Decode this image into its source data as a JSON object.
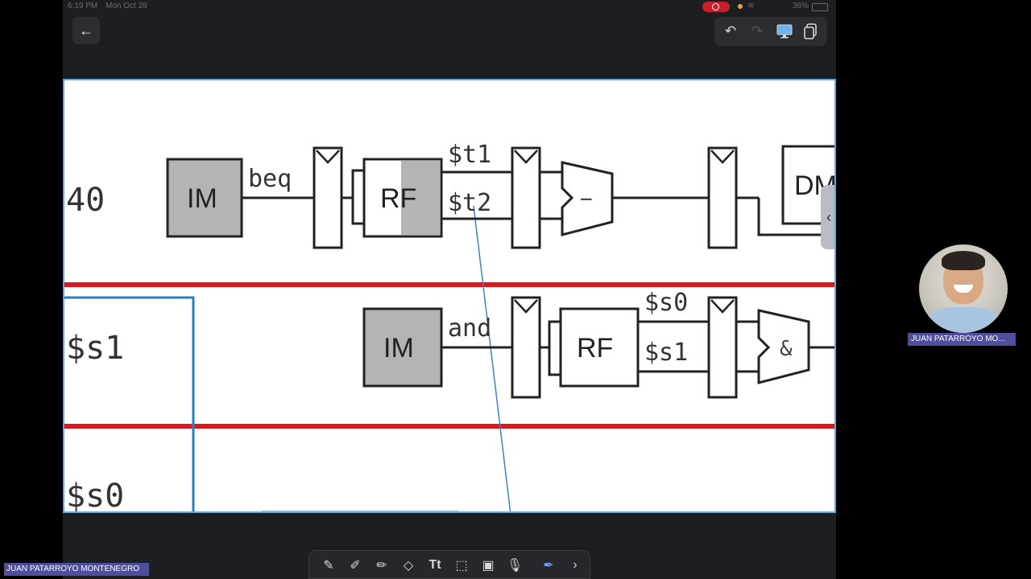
{
  "status_bar": {
    "time": "6:19 PM",
    "date": "Mon Oct 28",
    "battery": "36%"
  },
  "toolbar_top": {
    "back_icon": "arrow-left-icon",
    "undo_icon": "undo-icon",
    "redo_icon": "redo-icon",
    "present_icon": "monitor-icon",
    "pages_icon": "copy-pages-icon"
  },
  "diagram": {
    "row1": {
      "cycle_label": "40",
      "im": "IM",
      "instr": "beq",
      "rf": "RF",
      "reg_a": "$t1",
      "reg_b": "$t2",
      "alu_op": "−",
      "dm": "DM"
    },
    "row2": {
      "reg_label": "$s1",
      "im": "IM",
      "instr": "and",
      "rf": "RF",
      "reg_a": "$s0",
      "reg_b": "$s1",
      "alu_op": "&"
    },
    "row3": {
      "reg_label": "$s0"
    },
    "colors": {
      "stage_line": "#e0161f",
      "box_fill_gray": "#b4b4b4",
      "annotation_blue": "#2a7fc1"
    }
  },
  "side_panel_icon": "chevron-left-icon",
  "bottom_toolbar": [
    "pen-icon",
    "marker-icon",
    "highlighter-icon",
    "eraser-icon",
    "text-icon",
    "lasso-icon",
    "image-icon",
    "mic-icon",
    "pen-settings-icon",
    "chevron-right-icon"
  ],
  "participants": {
    "presenter_name": "JUAN PATARROYO MONTENEGRO",
    "camera_name": "JUAN PATARROYO MO..."
  }
}
